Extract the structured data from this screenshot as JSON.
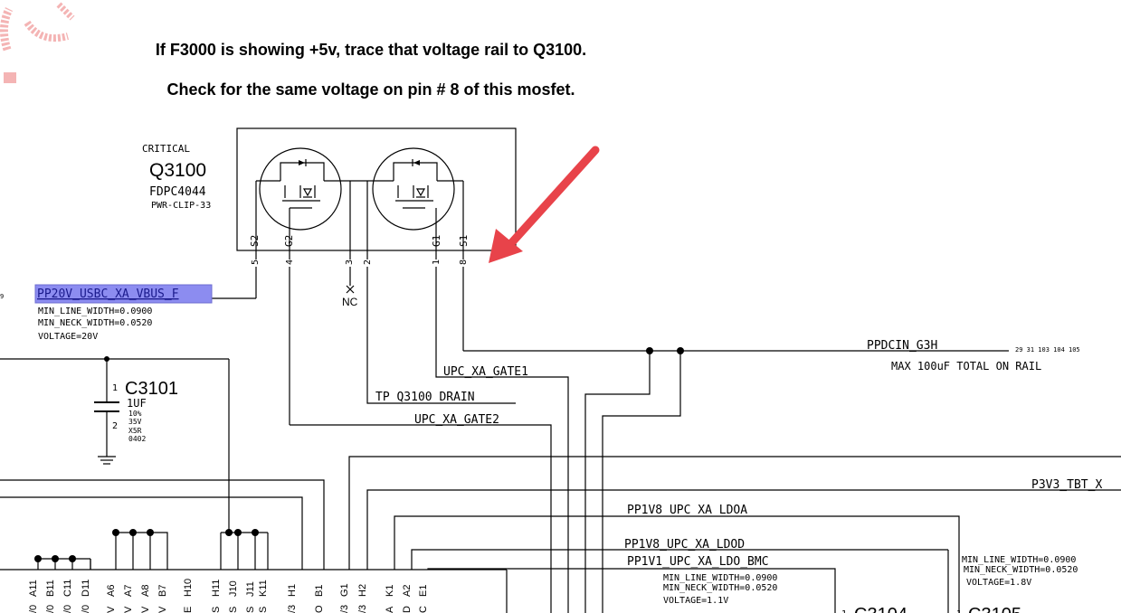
{
  "annotation": {
    "line1": "If F3000 is showing +5v, trace that voltage rail to Q3100.",
    "line2": "Check for the same voltage on pin # 8 of this mosfet.",
    "arrow_color": "#e8434a"
  },
  "q3100": {
    "critical": "CRITICAL",
    "refdes": "Q3100",
    "part": "FDPC4044",
    "package": "PWR-CLIP-33",
    "pin_names": {
      "s2": "S2",
      "g2": "G2",
      "g1": "G1",
      "s1": "S1"
    },
    "pin_numbers": {
      "p5": "5",
      "p4": "4",
      "p3": "3",
      "p2": "2",
      "p1": "1",
      "p8": "8"
    },
    "nc": "NC"
  },
  "nets": {
    "vbus": "PP20V_USBC_XA_VBUS_F",
    "vbus_highlight": "#8c8cf0",
    "vbus_props": [
      "MIN_LINE_WIDTH=0.0900",
      "MIN_NECK_WIDTH=0.0520",
      "VOLTAGE=20V"
    ],
    "vbus_page_ref": "9",
    "ppdcin": "PPDCIN_G3H",
    "ppdcin_refs": "29 31 103 104 105",
    "ppdcin_note": "MAX 100uF TOTAL ON RAIL",
    "gate1": "UPC_XA_GATE1",
    "drain": "TP_Q3100_DRAIN",
    "gate2": "UPC_XA_GATE2",
    "p3v3": "P3V3_TBT_X",
    "ldoa": "PP1V8_UPC_XA_LDOA",
    "ldod": "PP1V8_UPC_XA_LDOD",
    "ldo_bmc": "PP1V1_UPC_XA_LDO_BMC",
    "bmc_props": [
      "MIN_LINE_WIDTH=0.0900",
      "MIN_NECK_WIDTH=0.0520",
      "VOLTAGE=1.1V"
    ],
    "right_props": [
      "MIN_LINE_WIDTH=0.0900",
      "MIN_NECK_WIDTH=0.0520",
      "VOLTAGE=1.8V"
    ]
  },
  "c3101": {
    "refdes": "C3101",
    "value": "1UF",
    "details": [
      "10%",
      "35V",
      "X5R",
      "0402"
    ],
    "pin1": "1",
    "pin2": "2"
  },
  "bottom_pins": [
    "A11",
    "B11",
    "C11",
    "D11",
    "A6",
    "A7",
    "A8",
    "B7",
    "H10",
    "H11",
    "J10",
    "J11",
    "K11",
    "H1",
    "B1",
    "G1",
    "H2",
    "K1",
    "A2",
    "E1"
  ],
  "bottom_pin_nets": [
    "/0",
    "/0",
    "/0",
    "/0",
    "V",
    "V",
    "V",
    "V",
    "E",
    "S",
    "S",
    "S",
    "S",
    "/3",
    "O",
    "/3",
    "/3",
    "A",
    "D",
    "C"
  ],
  "caps_bottom": {
    "c3104": "C3104",
    "c3105": "C3105",
    "pin1": "1"
  }
}
